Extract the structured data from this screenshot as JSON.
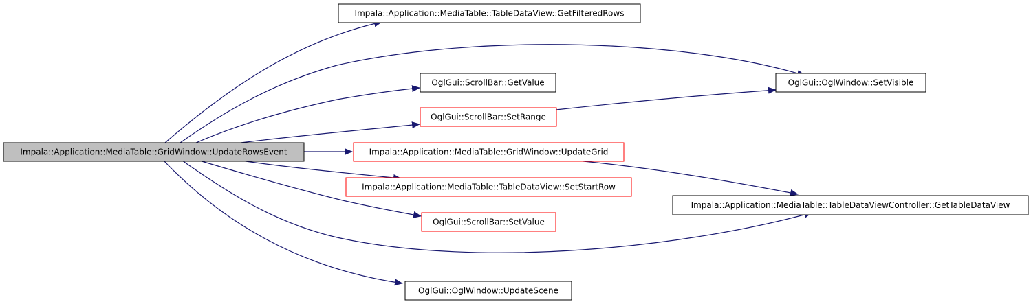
{
  "diagram": {
    "nodes": [
      {
        "id": "update_rows_event",
        "label": "Impala::Application::MediaTable::GridWindow::UpdateRowsEvent",
        "style": "root"
      },
      {
        "id": "get_filtered_rows",
        "label": "Impala::Application::MediaTable::TableDataView::GetFilteredRows",
        "style": "black"
      },
      {
        "id": "scrollbar_get_value",
        "label": "OglGui::ScrollBar::GetValue",
        "style": "black"
      },
      {
        "id": "scrollbar_set_range",
        "label": "OglGui::ScrollBar::SetRange",
        "style": "red"
      },
      {
        "id": "update_grid",
        "label": "Impala::Application::MediaTable::GridWindow::UpdateGrid",
        "style": "red"
      },
      {
        "id": "set_start_row",
        "label": "Impala::Application::MediaTable::TableDataView::SetStartRow",
        "style": "red"
      },
      {
        "id": "scrollbar_set_value",
        "label": "OglGui::ScrollBar::SetValue",
        "style": "red"
      },
      {
        "id": "update_scene",
        "label": "OglGui::OglWindow::UpdateScene",
        "style": "black"
      },
      {
        "id": "set_visible",
        "label": "OglGui::OglWindow::SetVisible",
        "style": "black"
      },
      {
        "id": "get_table_data_view",
        "label": "Impala::Application::MediaTable::TableDataViewController::GetTableDataView",
        "style": "black"
      }
    ],
    "edges": [
      {
        "from": "update_rows_event",
        "to": "get_filtered_rows"
      },
      {
        "from": "update_rows_event",
        "to": "set_visible"
      },
      {
        "from": "update_rows_event",
        "to": "scrollbar_get_value"
      },
      {
        "from": "update_rows_event",
        "to": "scrollbar_set_range"
      },
      {
        "from": "update_rows_event",
        "to": "update_grid"
      },
      {
        "from": "update_rows_event",
        "to": "set_start_row"
      },
      {
        "from": "update_rows_event",
        "to": "scrollbar_set_value"
      },
      {
        "from": "update_rows_event",
        "to": "get_table_data_view"
      },
      {
        "from": "update_rows_event",
        "to": "update_scene"
      },
      {
        "from": "scrollbar_set_range",
        "to": "set_visible"
      },
      {
        "from": "update_grid",
        "to": "get_table_data_view"
      }
    ],
    "colors": {
      "edge": "#191970",
      "root_fill": "#bfbfbf",
      "black_border": "#000000",
      "red_border": "#ff0000",
      "node_fill": "#ffffff"
    }
  }
}
